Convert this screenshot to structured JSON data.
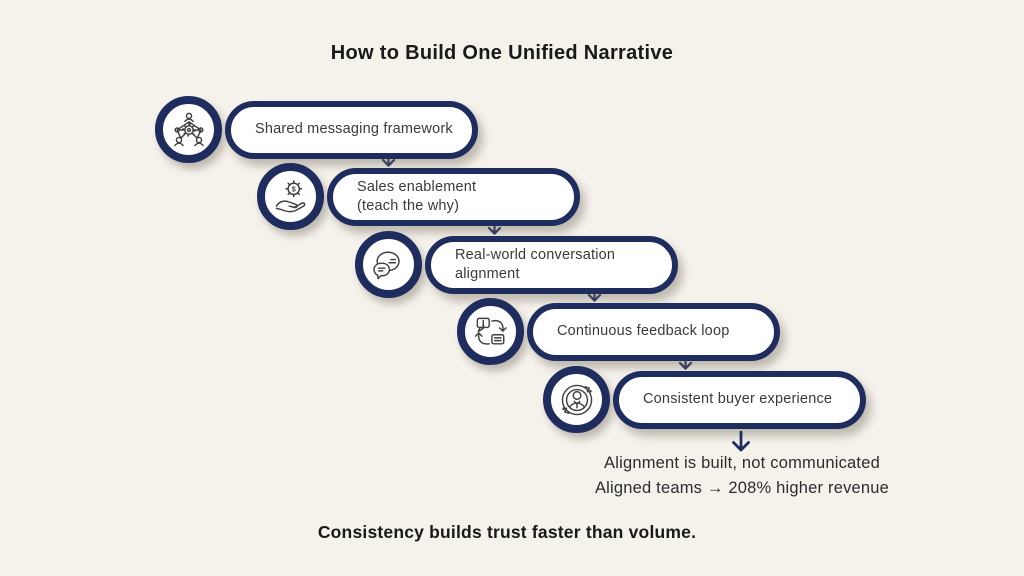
{
  "title": "How to Build One Unified Narrative",
  "steps": [
    {
      "label": "Shared messaging framework",
      "icon": "team-network-icon"
    },
    {
      "label": "Sales enablement\n(teach the why)",
      "icon": "hand-gear-icon"
    },
    {
      "label": "Real-world conversation\nalignment",
      "icon": "chat-bubbles-icon"
    },
    {
      "label": "Continuous feedback loop",
      "icon": "feedback-loop-icon"
    },
    {
      "label": "Consistent buyer experience",
      "icon": "buyer-cycle-icon"
    }
  ],
  "outcome": {
    "line1": "Alignment is built, not communicated",
    "line2": "Aligned teams → 208% higher revenue"
  },
  "footer": "Consistency builds trust faster than volume.",
  "colors": {
    "navy": "#1f2c5e",
    "background": "#f5f2ec",
    "heading_text": "#191919",
    "body_text": "#3a3a3a"
  }
}
